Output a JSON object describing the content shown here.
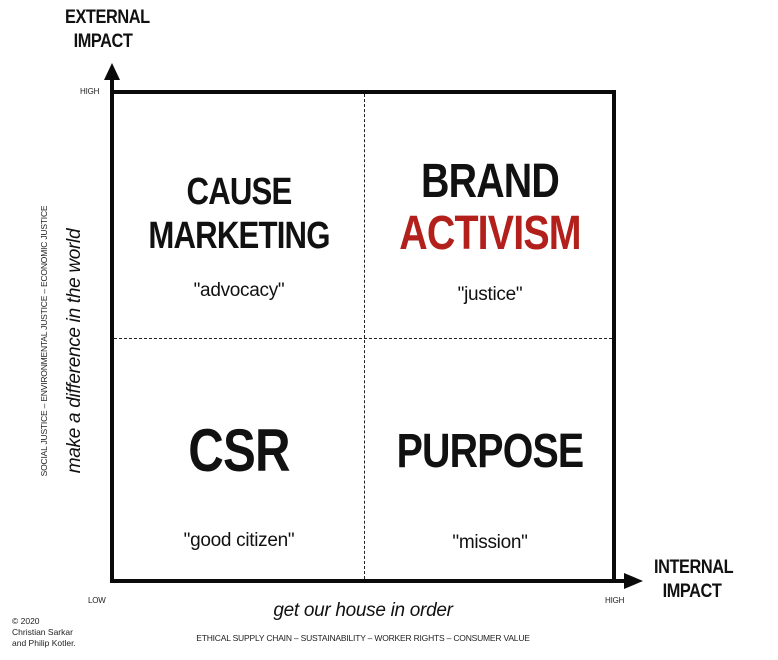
{
  "y_axis": {
    "title_line1": "EXTERNAL",
    "title_line2": "IMPACT",
    "high_tick": "HIGH",
    "label": "make a difference in the world",
    "sub_label": "SOCIAL JUSTICE – ENVIRONMENTAL JUSTICE – ECONOMIC JUSTICE"
  },
  "x_axis": {
    "title_line1": "INTERNAL",
    "title_line2": "IMPACT",
    "low_tick": "LOW",
    "high_tick": "HIGH",
    "label": "get our house in order",
    "sub_label": "ETHICAL SUPPLY CHAIN – SUSTAINABILITY – WORKER RIGHTS – CONSUMER VALUE"
  },
  "quadrants": {
    "top_left": {
      "title_line1": "CAUSE",
      "title_line2": "MARKETING",
      "note": "\"advocacy\""
    },
    "top_right": {
      "title_line1": "BRAND",
      "title_line2": "ACTIVISM",
      "note": "\"justice\""
    },
    "bottom_left": {
      "title": "CSR",
      "note": "\"good citizen\""
    },
    "bottom_right": {
      "title": "PURPOSE",
      "note": "\"mission\""
    }
  },
  "copyright": {
    "line1": "© 2020",
    "line2": "Christian Sarkar",
    "line3": "and Philip Kotler."
  },
  "colors": {
    "accent": "#b3201c",
    "ink": "#111111"
  }
}
